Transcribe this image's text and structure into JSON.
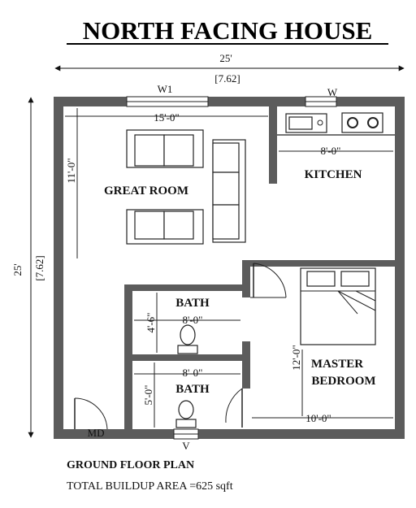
{
  "title": "NORTH FACING HOUSE",
  "dimensions": {
    "top_feet": "25'",
    "top_meters": "[7.62]",
    "left_feet": "25'",
    "left_meters": "[7.62]"
  },
  "rooms": {
    "great_room": {
      "label": "GREAT ROOM",
      "width": "15'-0\"",
      "height": "11'-0\""
    },
    "kitchen": {
      "label": "KITCHEN",
      "width": "8'-0\""
    },
    "bath_upper": {
      "label": "BATH",
      "width": "8'-0\"",
      "height": "4'-6\""
    },
    "bath_lower": {
      "label": "BATH",
      "width": "8'-0\"",
      "height": "5'-0\""
    },
    "master_bedroom": {
      "label_line1": "MASTER",
      "label_line2": "BEDROOM",
      "width": "10'-0\"",
      "height": "12'-0\""
    }
  },
  "openings": {
    "window_w1": "W1",
    "window_w": "W",
    "vent_v": "V",
    "main_door": "MD"
  },
  "footer": {
    "plan_name": "GROUND FLOOR PLAN",
    "area": "TOTAL BUILDUP AREA =625 sqft"
  },
  "colors": {
    "wall": "#5c5c5c",
    "line": "#222222"
  }
}
